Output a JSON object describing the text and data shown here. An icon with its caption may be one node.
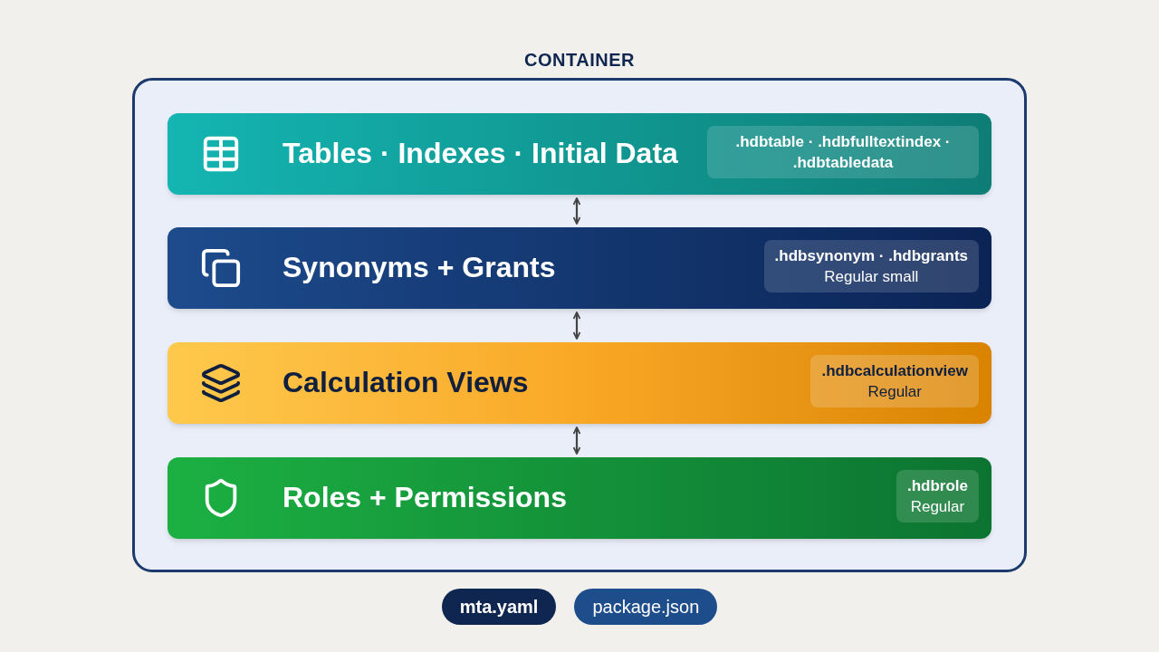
{
  "diagram": {
    "nodes": [
      {
        "text": [
          "CONTAINER"
        ]
      },
      {
        "text": [
          "Tables · Indexes · Initial Data"
        ],
        "in": 0
      },
      {
        "text": [
          ".hdbtable · .hdbfulltextindex · .hdbtabledata"
        ],
        "in": 1
      },
      {
        "text": [
          "Synonyms + Grants"
        ],
        "in": 0
      },
      {
        "text": [
          ".hdbsynonym · .hdbgrants",
          "Regular small"
        ],
        "in": 3
      },
      {
        "text": [
          "Calculation Views"
        ],
        "in": 0
      },
      {
        "text": [
          ".hdbcalculationview",
          "Regular"
        ],
        "in": 5
      },
      {
        "text": [
          "Roles + Permissions"
        ],
        "in": 0
      },
      {
        "text": [
          ".hdbrole",
          "Regular"
        ],
        "in": 7
      },
      {
        "text": [
          "mta.yaml"
        ]
      },
      {
        "text": [
          "package.json"
        ]
      }
    ],
    "edges": [
      {
        "from": 1,
        "to": 3,
        "arrow": "both"
      },
      {
        "from": 3,
        "to": 5,
        "arrow": "both"
      },
      {
        "from": 5,
        "to": 7,
        "arrow": "both"
      }
    ]
  }
}
